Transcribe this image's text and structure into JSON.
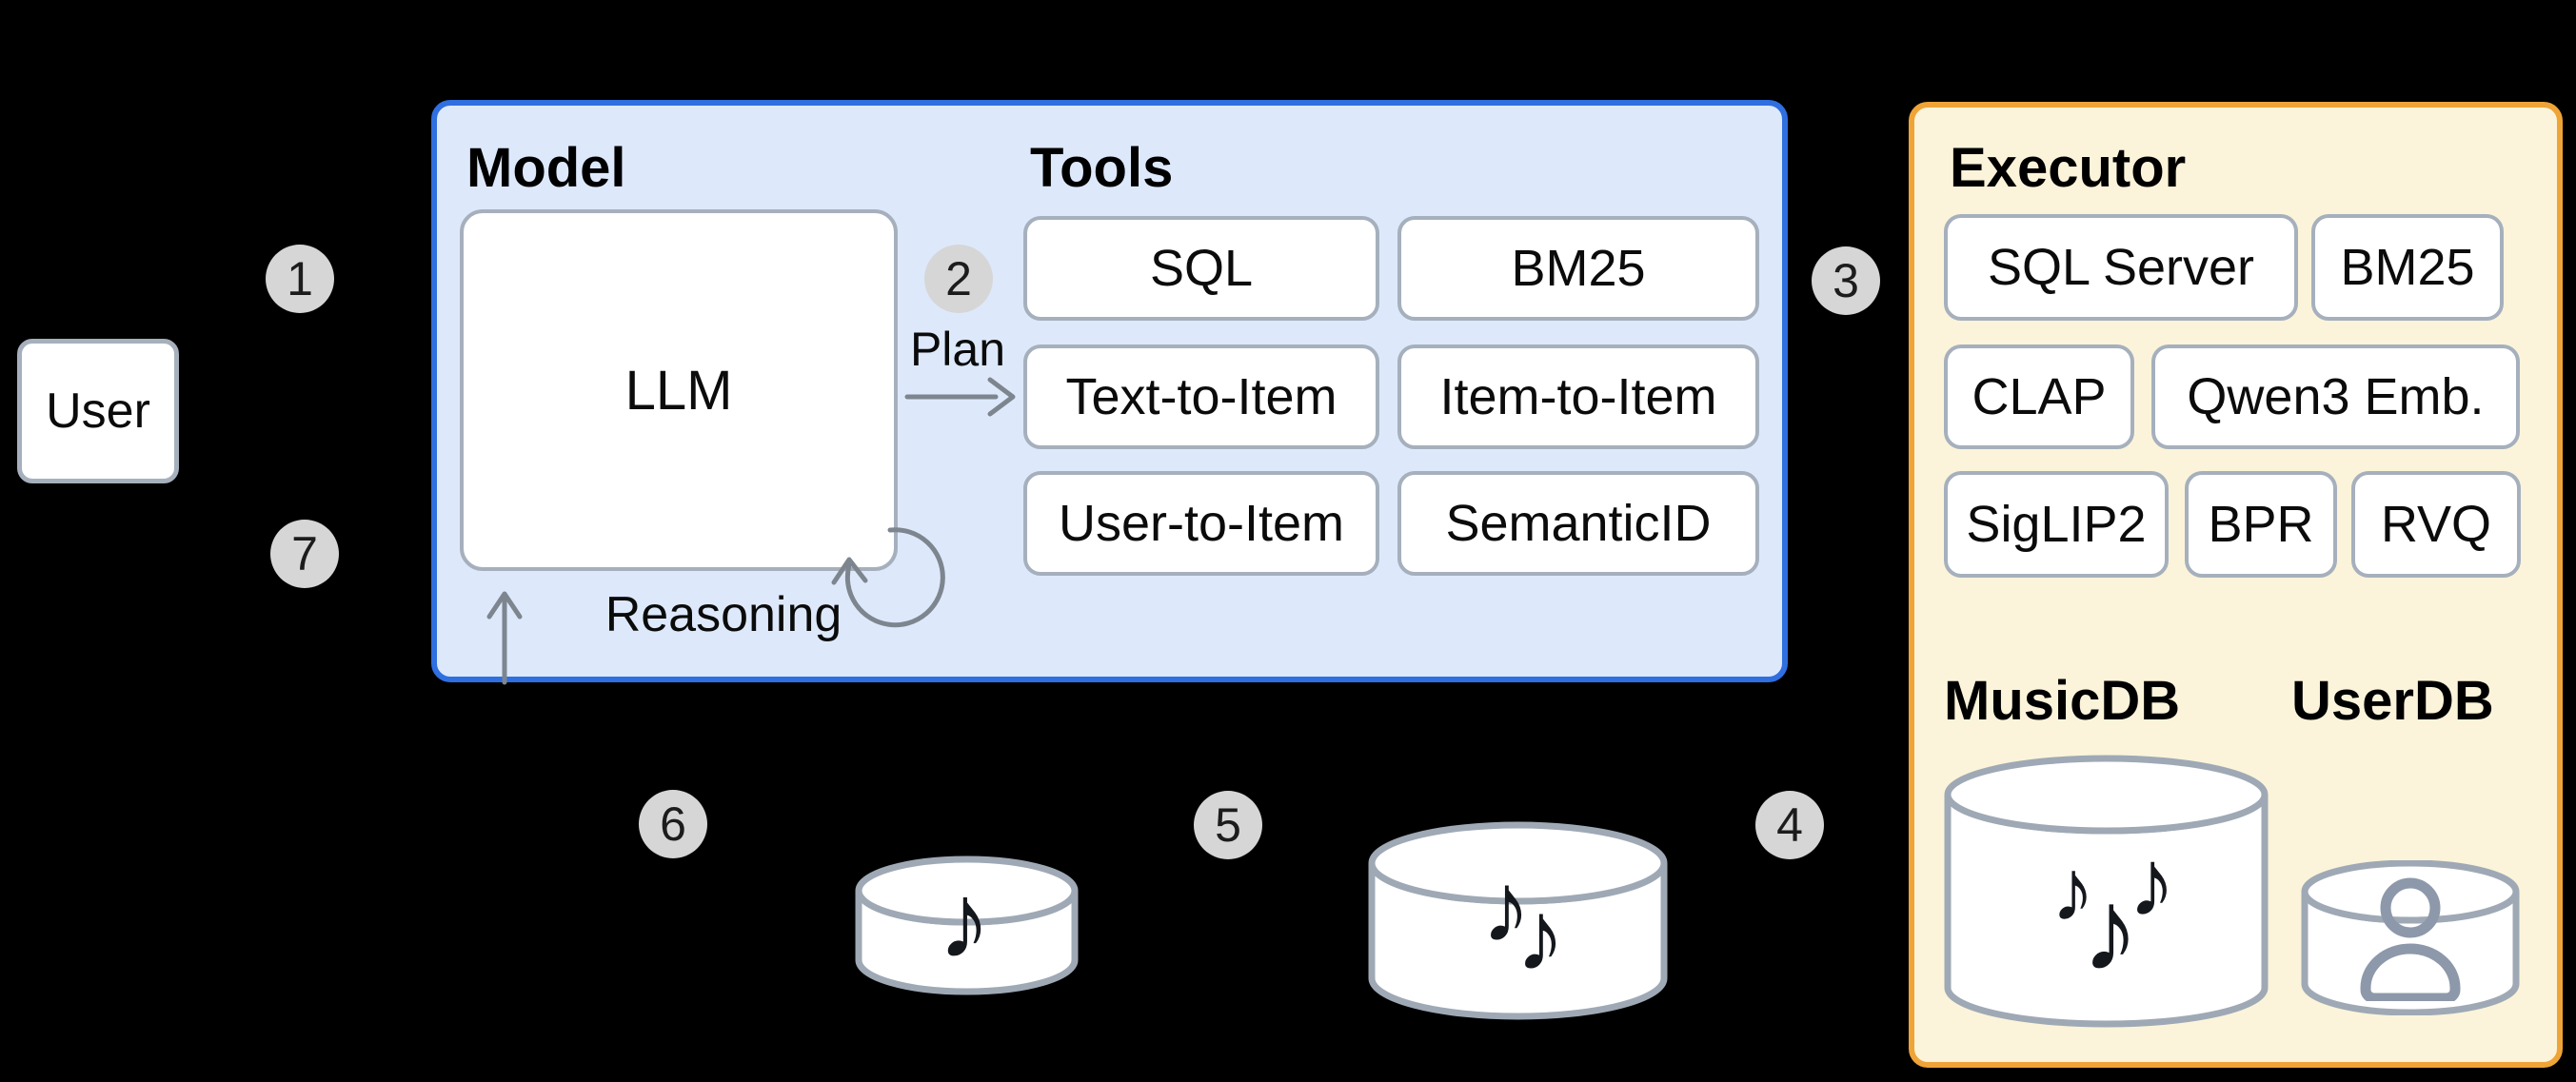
{
  "diagram": {
    "user_node": {
      "label": "User"
    },
    "agent": {
      "model_title": "Model",
      "llm_label": "LLM",
      "tools_title": "Tools",
      "tools": [
        "SQL",
        "BM25",
        "Text-to-Item",
        "Item-to-Item",
        "User-to-Item",
        "SemanticID"
      ],
      "plan_label": "Plan",
      "reasoning_label": "Reasoning"
    },
    "executor": {
      "title": "Executor",
      "engines": [
        "SQL Server",
        "BM25",
        "CLAP",
        "Qwen3 Emb.",
        "SigLIP2",
        "BPR",
        "RVQ"
      ],
      "musicdb_label": "MusicDB",
      "userdb_label": "UserDB"
    },
    "step_badges": [
      "1",
      "2",
      "3",
      "4",
      "5",
      "6",
      "7"
    ],
    "icons": {
      "small_db_note": "♪",
      "medium_db_notes": [
        "♪",
        "♪"
      ],
      "musicdb_notes": [
        "♪",
        "♪",
        "♪"
      ]
    }
  },
  "colors": {
    "background": "#000000",
    "agent_fill": "#dde9fb",
    "agent_border": "#2f6fe0",
    "executor_fill": "#fbf4da",
    "executor_border": "#efa437",
    "node_border": "#a6b0bd",
    "arrow": "#7d858f",
    "badge_fill": "#d6d6d6",
    "cylinder_stroke": "#9fa9b5",
    "person_icon": "#8d99aa",
    "note": "#14171c"
  }
}
